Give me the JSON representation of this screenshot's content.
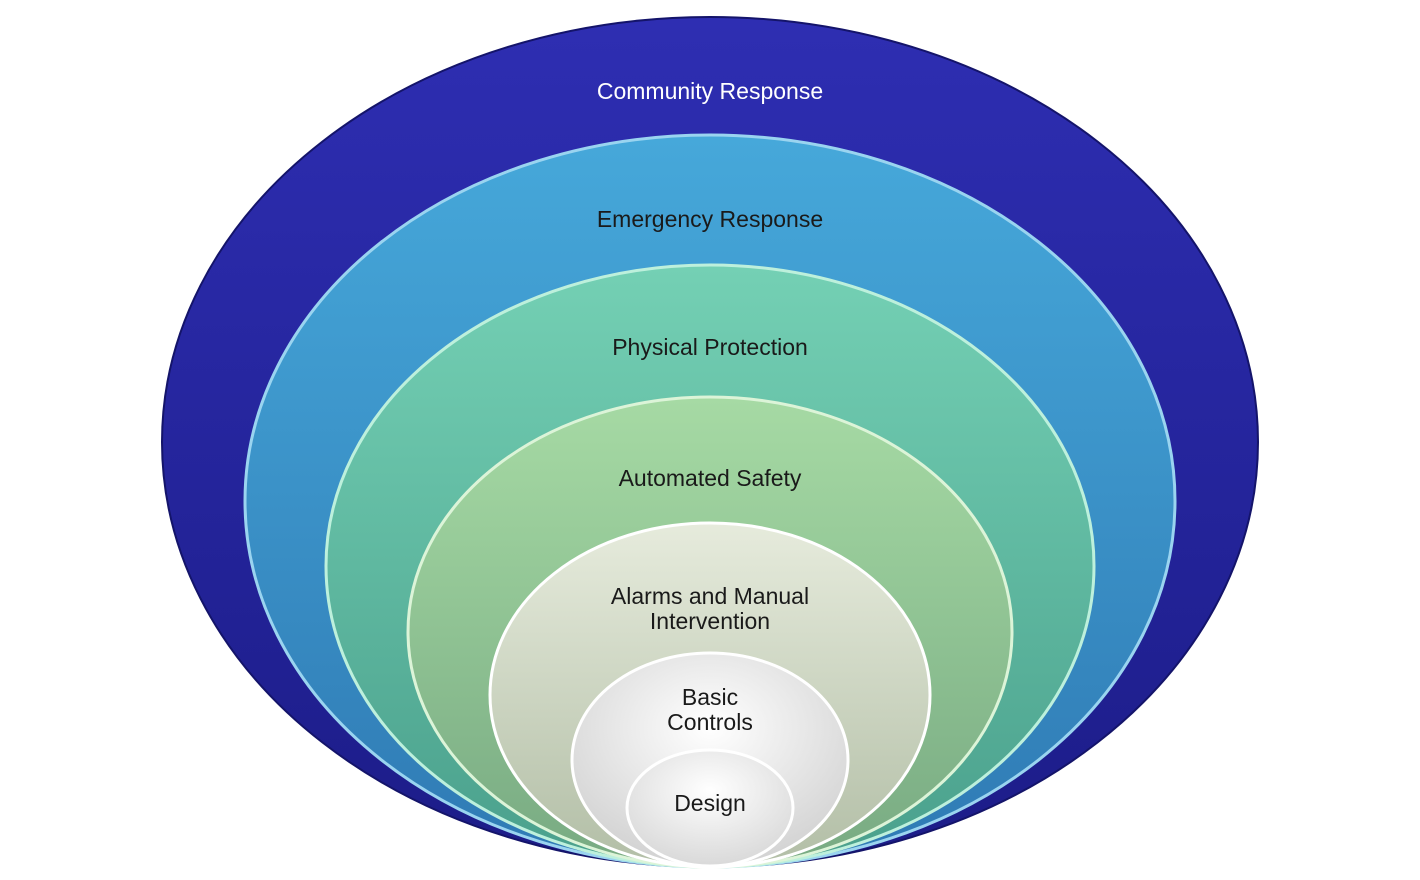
{
  "layers": [
    {
      "label": "Community Response",
      "color_top": "#2e2eb2",
      "color_bottom": "#1c1c88",
      "text_color": "#ffffff"
    },
    {
      "label": "Emergency Response",
      "color_top": "#46a8da",
      "color_bottom": "#2f7ab4",
      "text_color": "#1a1a1a"
    },
    {
      "label": "Physical Protection",
      "color_top": "#74d0b4",
      "color_bottom": "#4aa08c",
      "text_color": "#1a1a1a"
    },
    {
      "label": "Automated Safety",
      "color_top": "#a6daa4",
      "color_bottom": "#78aa82",
      "text_color": "#1a1a1a"
    },
    {
      "label": "Alarms and Manual\nIntervention",
      "color_top": "#e6ebdc",
      "color_bottom": "#b2bea6",
      "text_color": "#1a1a1a"
    },
    {
      "label": "Basic\nControls",
      "color_top": "#ffffff",
      "color_bottom": "#cfcfcf",
      "text_color": "#1a1a1a"
    },
    {
      "label": "Design",
      "color_top": "#ffffff",
      "color_bottom": "#d6d6d6",
      "text_color": "#1a1a1a"
    }
  ]
}
